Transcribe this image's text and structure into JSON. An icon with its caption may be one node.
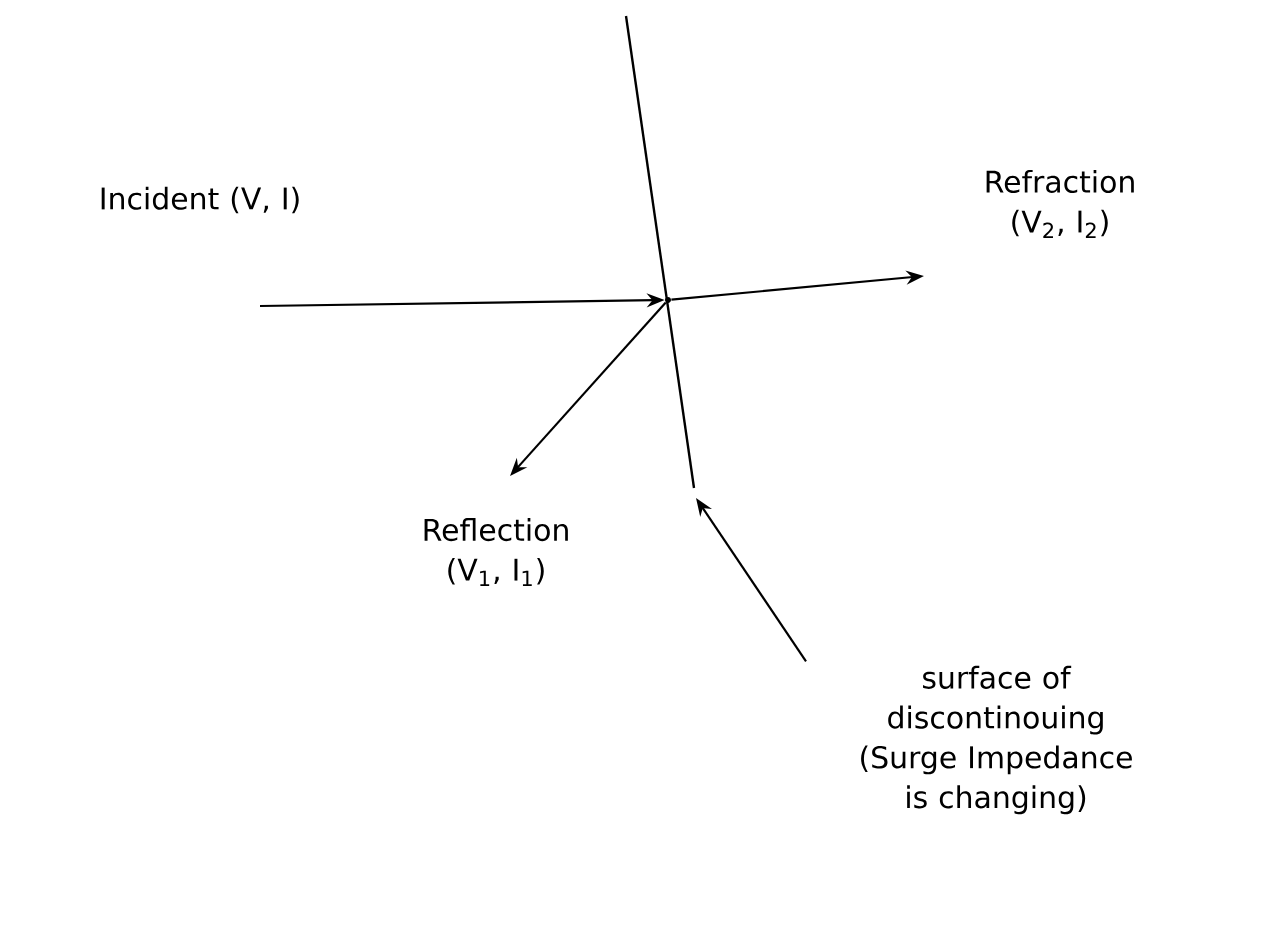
{
  "diagram": {
    "nodes": [
      {
        "text": [],
        "shape": "point"
      },
      {
        "text": [
          "surface of discontinouing (Surge Impedance is changing)"
        ]
      }
    ],
    "edges": [
      {
        "from": null,
        "to": 0,
        "arrow": "to"
      },
      {
        "from": 0,
        "to": null,
        "arrow": "to"
      },
      {
        "from": 0,
        "to": null,
        "arrow": "to"
      },
      {
        "from": 1,
        "to": null,
        "arrow": "to"
      }
    ],
    "labels": [
      "Incident (V, I)",
      "Refraction (V$_{2}$, I$_{2}$)",
      "Reflection (V$_{1}$, I$_{1}$)"
    ]
  }
}
